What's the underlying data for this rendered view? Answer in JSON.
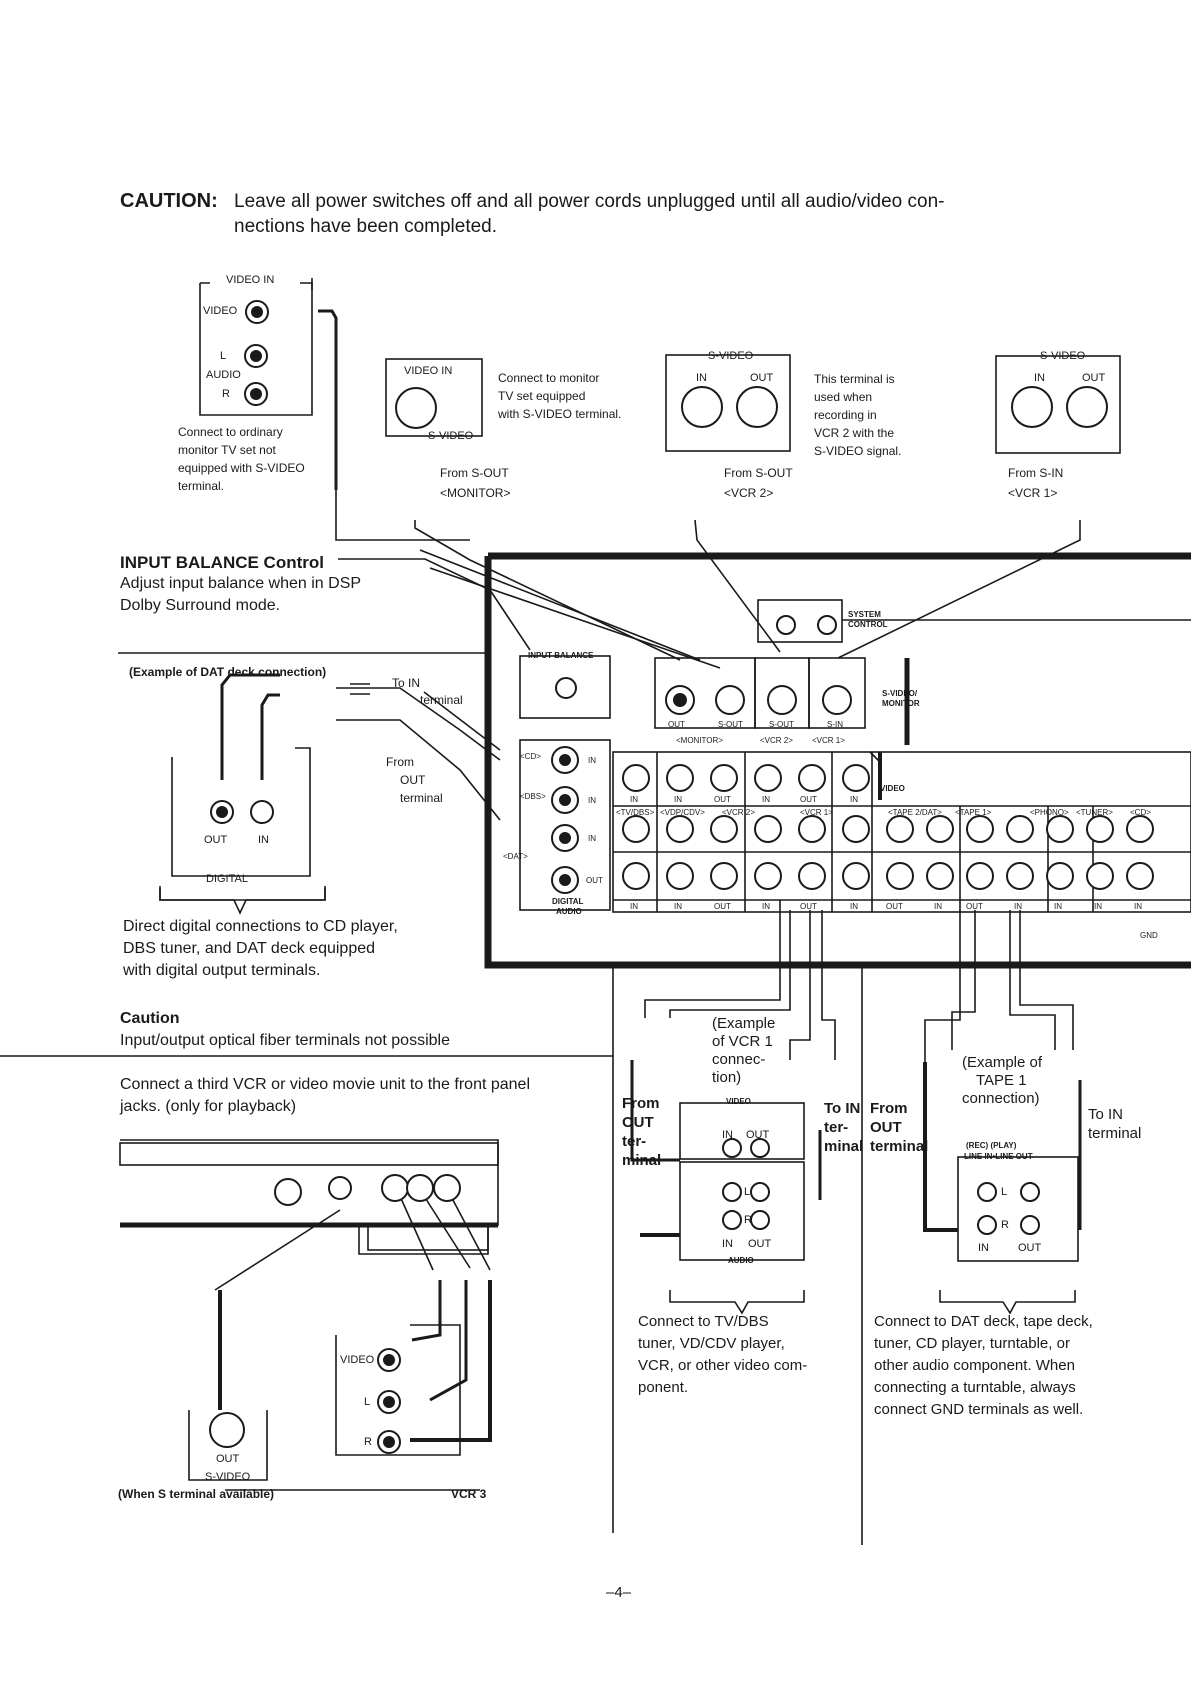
{
  "caution": {
    "label": "CAUTION:",
    "line1": "Leave all power switches off and all power cords unplugged until all audio/video con-",
    "line2": "nections have been completed."
  },
  "monitor_std": {
    "group_label": "VIDEO IN",
    "video": "VIDEO",
    "audio": "AUDIO",
    "l": "L",
    "r": "R",
    "note": [
      "Connect to ordinary",
      "monitor TV set not",
      "equipped with S-VIDEO",
      "terminal."
    ]
  },
  "monitor_s": {
    "video_in": "VIDEO IN",
    "s_video": "S-VIDEO",
    "note": [
      "Connect to monitor",
      "TV set equipped",
      "with S-VIDEO terminal."
    ],
    "from": "From S-OUT",
    "target": "<MONITOR>"
  },
  "vcr2": {
    "group_label": "S-VIDEO",
    "in": "IN",
    "out": "OUT",
    "note": [
      "This terminal is",
      "used when",
      "recording in",
      "VCR 2 with the",
      "S-VIDEO signal."
    ],
    "from": "From S-OUT",
    "target": "<VCR 2>"
  },
  "vcr1": {
    "group_label": "S-VIDEO",
    "in": "IN",
    "out": "OUT",
    "from": "From S-IN",
    "target": "<VCR 1>"
  },
  "input_balance": {
    "title": "INPUT BALANCE Control",
    "desc": [
      "Adjust input balance when in DSP",
      "Dolby Surround mode."
    ]
  },
  "dat_example": {
    "title": "(Example of DAT deck connection)",
    "to_in": [
      "To IN",
      "terminal"
    ],
    "from_out": [
      "From",
      "OUT",
      "terminal"
    ],
    "out": "OUT",
    "in": "IN",
    "digital": "DIGITAL",
    "desc": [
      "Direct digital connections to CD player,",
      "DBS tuner, and DAT deck equipped",
      "with digital output terminals."
    ]
  },
  "caution2": {
    "title": "Caution",
    "text": "Input/output optical fiber terminals not possible"
  },
  "front_panel": {
    "desc": [
      "Connect a third VCR or video movie unit to the front panel",
      "jacks. (only for playback)"
    ],
    "s_video": "S-VIDEO",
    "out": "OUT",
    "video": "VIDEO",
    "l": "L",
    "r": "R",
    "note": "(When S terminal available)",
    "vcr3": "VCR 3"
  },
  "rear_panel": {
    "input_balance": "INPUT BALANCE",
    "system_control": [
      "SYSTEM",
      "CONTROL"
    ],
    "s_video_monitor": [
      "S-VIDEO/",
      "MONITOR"
    ],
    "sv_labels": [
      "OUT",
      "S-OUT",
      "S-OUT",
      "S-IN"
    ],
    "sv_groups": [
      "<MONITOR>",
      "<VCR 2>",
      "<VCR 1>"
    ],
    "digital_labels": [
      "<CD>",
      "<DBS>",
      "<DAT>"
    ],
    "digital_io": [
      "IN",
      "IN",
      "IN",
      "OUT"
    ],
    "digital_audio": [
      "DIGITAL",
      "AUDIO"
    ],
    "video_label": "VIDEO",
    "video_io": [
      "IN",
      "IN",
      "OUT",
      "IN",
      "OUT",
      "IN"
    ],
    "video_groups": [
      "<TV/DBS>",
      "<VDP/CDV>",
      "<VCR 2>",
      "<VCR 1>"
    ],
    "audio_groups": [
      "<TAPE 2/DAT>",
      "<TAPE 1>",
      "<PHONO>",
      "<TUNER>",
      "<CD>"
    ],
    "audio_io": [
      "IN",
      "IN",
      "OUT",
      "IN",
      "OUT",
      "IN",
      "OUT",
      "IN",
      "OUT",
      "IN",
      "IN",
      "IN",
      "IN"
    ],
    "gnd": "GND"
  },
  "vcr1_example": {
    "title": [
      "(Example",
      "of VCR 1",
      "connec-",
      "tion)"
    ],
    "from_out": [
      "From",
      "OUT",
      "ter-",
      "minal"
    ],
    "to_in": [
      "To IN",
      "ter-",
      "minal"
    ],
    "video": "VIDEO",
    "in": "IN",
    "out": "OUT",
    "l": "L",
    "r": "R",
    "audio": "AUDIO",
    "desc": [
      "Connect to TV/DBS",
      "tuner, VD/CDV player,",
      "VCR, or other video com-",
      "ponent."
    ]
  },
  "tape1_example": {
    "title": [
      "(Example of",
      "TAPE 1",
      "connection)"
    ],
    "from_out": [
      "From",
      "OUT",
      "terminal"
    ],
    "to_in": [
      "To IN",
      "terminal"
    ],
    "rec_play": "(REC)     (PLAY)",
    "line": "LINE IN•LINE OUT",
    "l": "L",
    "r": "R",
    "in": "IN",
    "out": "OUT",
    "desc": [
      "Connect to DAT deck, tape deck,",
      "tuner, CD player, turntable, or",
      "other audio component. When",
      "connecting a turntable, always",
      "connect GND terminals as well."
    ]
  },
  "page_number": "–4–"
}
